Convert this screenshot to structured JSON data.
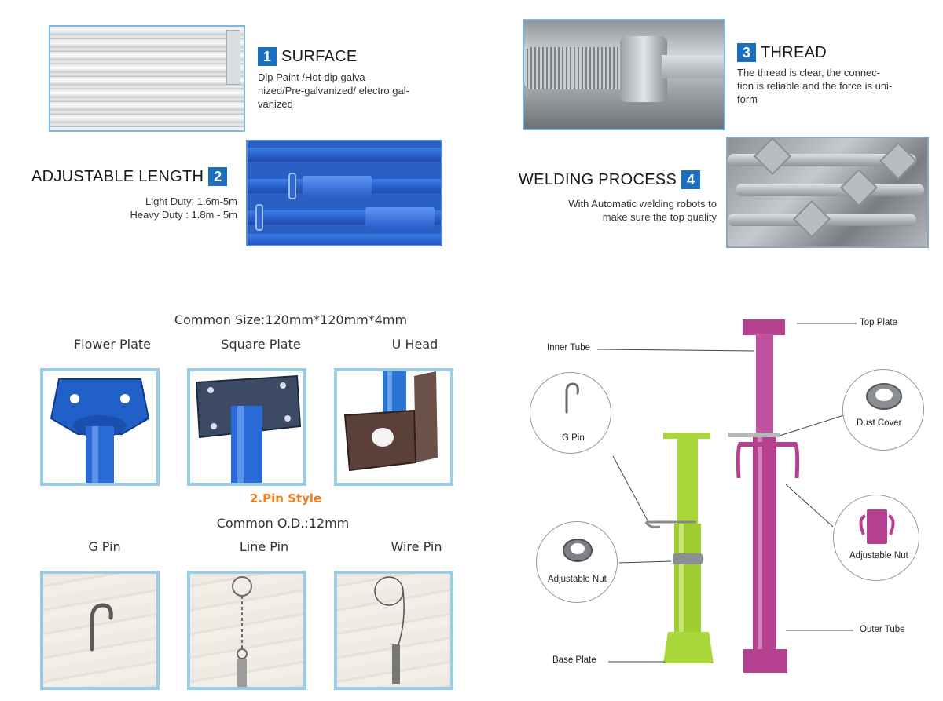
{
  "features": {
    "surface": {
      "number": "1",
      "title": "SURFACE",
      "desc_lines": [
        "Dip Paint /Hot-dip galva-",
        "nized/Pre-galvanized/ electro gal-",
        "vanized"
      ]
    },
    "length": {
      "number": "2",
      "title": "ADJUSTABLE LENGTH",
      "desc_lines": [
        "Light Duty: 1.6m-5m",
        "Heavy Duty : 1.8m - 5m"
      ]
    },
    "thread": {
      "number": "3",
      "title": "THREAD",
      "desc_lines": [
        "The thread is clear, the connec-",
        "tion is reliable and the force is uni-",
        "form"
      ]
    },
    "welding": {
      "number": "4",
      "title": "WELDING PROCESS",
      "desc_lines": [
        "With Automatic welding robots to",
        "make sure the top quality"
      ]
    }
  },
  "heads": {
    "common_size": "Common Size:120mm*120mm*4mm",
    "items": [
      {
        "label": "Flower Plate",
        "icon": "flower-plate-photo"
      },
      {
        "label": "Square Plate",
        "icon": "square-plate-photo"
      },
      {
        "label": "U Head",
        "icon": "u-head-photo"
      }
    ]
  },
  "pins": {
    "section_title": "2.Pin Style",
    "common_od": "Common O.D.:12mm",
    "items": [
      {
        "label": "G Pin",
        "icon": "g-pin-photo"
      },
      {
        "label": "Line Pin",
        "icon": "line-pin-photo"
      },
      {
        "label": "Wire Pin",
        "icon": "wire-pin-photo"
      }
    ]
  },
  "diagram": {
    "labels": {
      "top_plate": "Top Plate",
      "inner_tube": "Inner Tube",
      "g_pin": "G Pin",
      "dust_cover": "Dust Cover",
      "adjustable_nut_left": "Adjustable Nut",
      "adjustable_nut_right": "Adjustable Nut",
      "outer_tube": "Outer Tube",
      "base_plate": "Base Plate"
    }
  },
  "colors": {
    "badge": "#1c6fbf",
    "frame_border": "#9bcce6",
    "pin_style": "#f07d1c",
    "green_prop": "#a9d63a",
    "purple_prop": "#b5408f"
  }
}
